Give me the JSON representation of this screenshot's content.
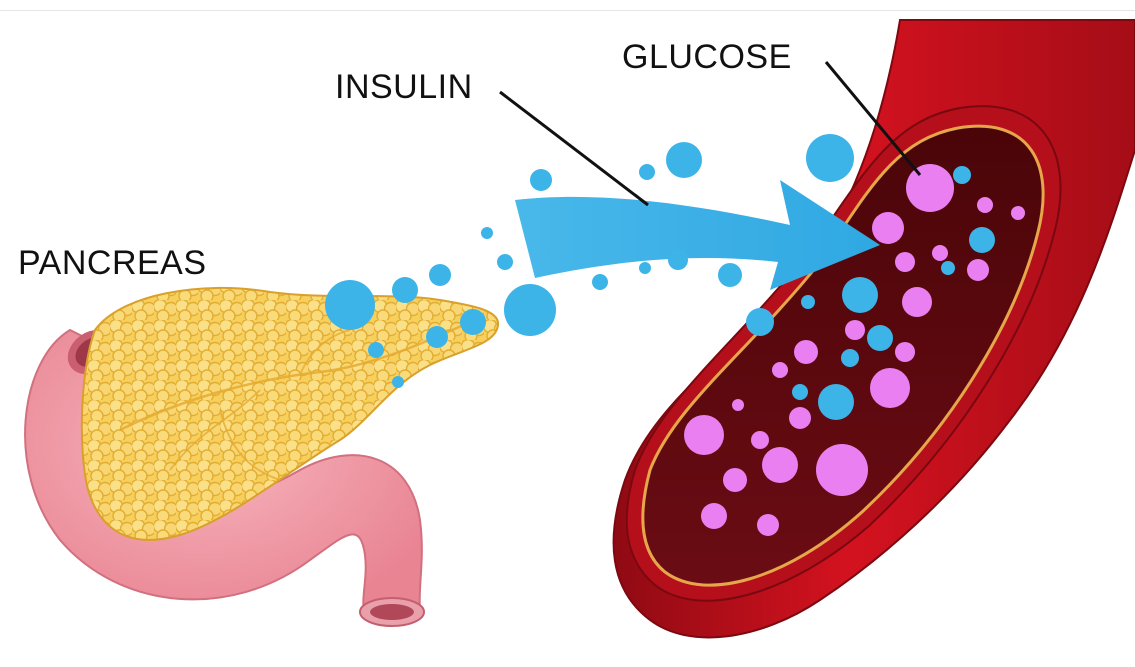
{
  "labels": {
    "insulin": "INSULIN",
    "glucose": "GLUCOSE",
    "pancreas": "PANCREAS"
  },
  "colors": {
    "insulin": "#3db4e8",
    "glucose": "#e97ff0",
    "vessel_wall": "#c8101c",
    "vessel_lumen": "#5a0910",
    "vessel_rim": "#e6a64a",
    "pancreas": "#f5c94f",
    "duodenum": "#f29aa5"
  },
  "icons": {
    "pancreas": "pancreas-organ-icon",
    "vessel": "blood-vessel-icon",
    "arrow": "curved-arrow-icon"
  }
}
